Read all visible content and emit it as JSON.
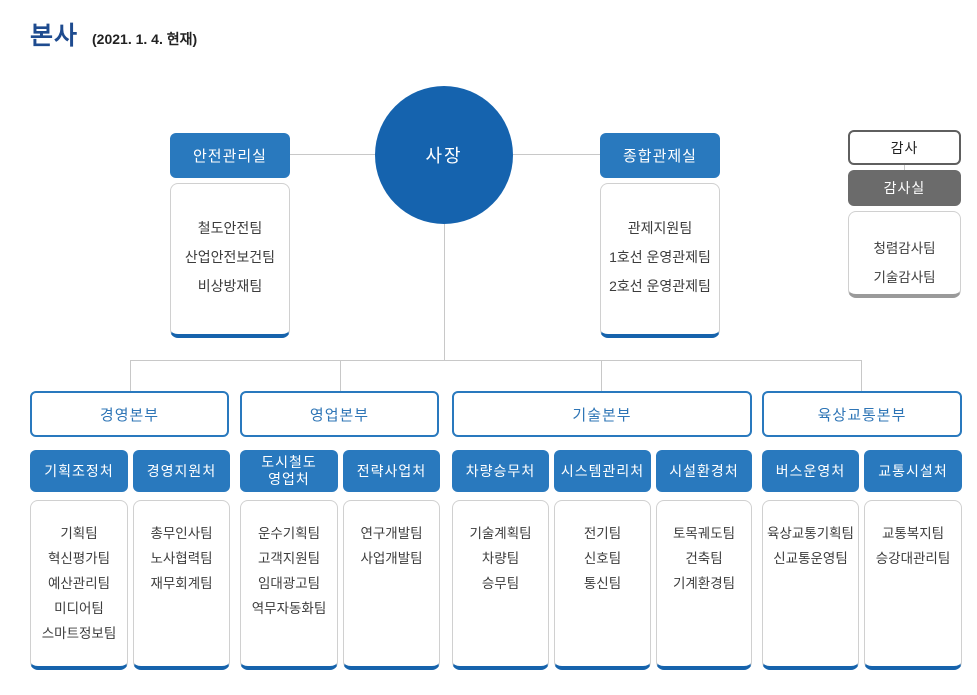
{
  "page": {
    "title": "본사",
    "subtitle": "(2021. 1. 4. 현재)"
  },
  "colors": {
    "header_blue": "#2979BE",
    "circle_blue": "#1563AE",
    "bottom_accent_blue": "#1663AC",
    "division_text_blue": "#2E75B6",
    "audit_gray": "#6B6B6B",
    "connector_gray": "#C8C8C8",
    "title_navy": "#1E4B8F"
  },
  "org": {
    "ceo": {
      "label": "사장"
    },
    "staff_offices": [
      {
        "name": "안전관리실",
        "teams": [
          "철도안전팀",
          "산업안전보건팀",
          "비상방재팀"
        ]
      },
      {
        "name": "종합관제실",
        "teams": [
          "관제지원팀",
          "1호선 운영관제팀",
          "2호선 운영관제팀"
        ]
      }
    ],
    "audit": {
      "auditor": "감사",
      "office": "감사실",
      "teams": [
        "청렴감사팀",
        "기술감사팀"
      ]
    },
    "divisions": [
      {
        "name": "경영본부"
      },
      {
        "name": "영업본부"
      },
      {
        "name": "기술본부"
      },
      {
        "name": "육상교통본부"
      }
    ],
    "departments": [
      {
        "label": "기획조정처",
        "teams": [
          "기획팀",
          "혁신평가팀",
          "예산관리팀",
          "미디어팀",
          "스마트정보팀"
        ]
      },
      {
        "label": "경영지원처",
        "teams": [
          "총무인사팀",
          "노사협력팀",
          "재무회계팀"
        ]
      },
      {
        "label": "도시철도\n영업처",
        "teams": [
          "운수기획팀",
          "고객지원팀",
          "임대광고팀",
          "역무자동화팀"
        ]
      },
      {
        "label": "전략사업처",
        "teams": [
          "연구개발팀",
          "사업개발팀"
        ]
      },
      {
        "label": "차량승무처",
        "teams": [
          "기술계획팀",
          "차량팀",
          "승무팀"
        ]
      },
      {
        "label": "시스템관리처",
        "teams": [
          "전기팀",
          "신호팀",
          "통신팀"
        ]
      },
      {
        "label": "시설환경처",
        "teams": [
          "토목궤도팀",
          "건축팀",
          "기계환경팀"
        ]
      },
      {
        "label": "버스운영처",
        "teams": [
          "육상교통기획팀",
          "신교통운영팀"
        ]
      },
      {
        "label": "교통시설처",
        "teams": [
          "교통복지팀",
          "승강대관리팀"
        ]
      }
    ]
  }
}
